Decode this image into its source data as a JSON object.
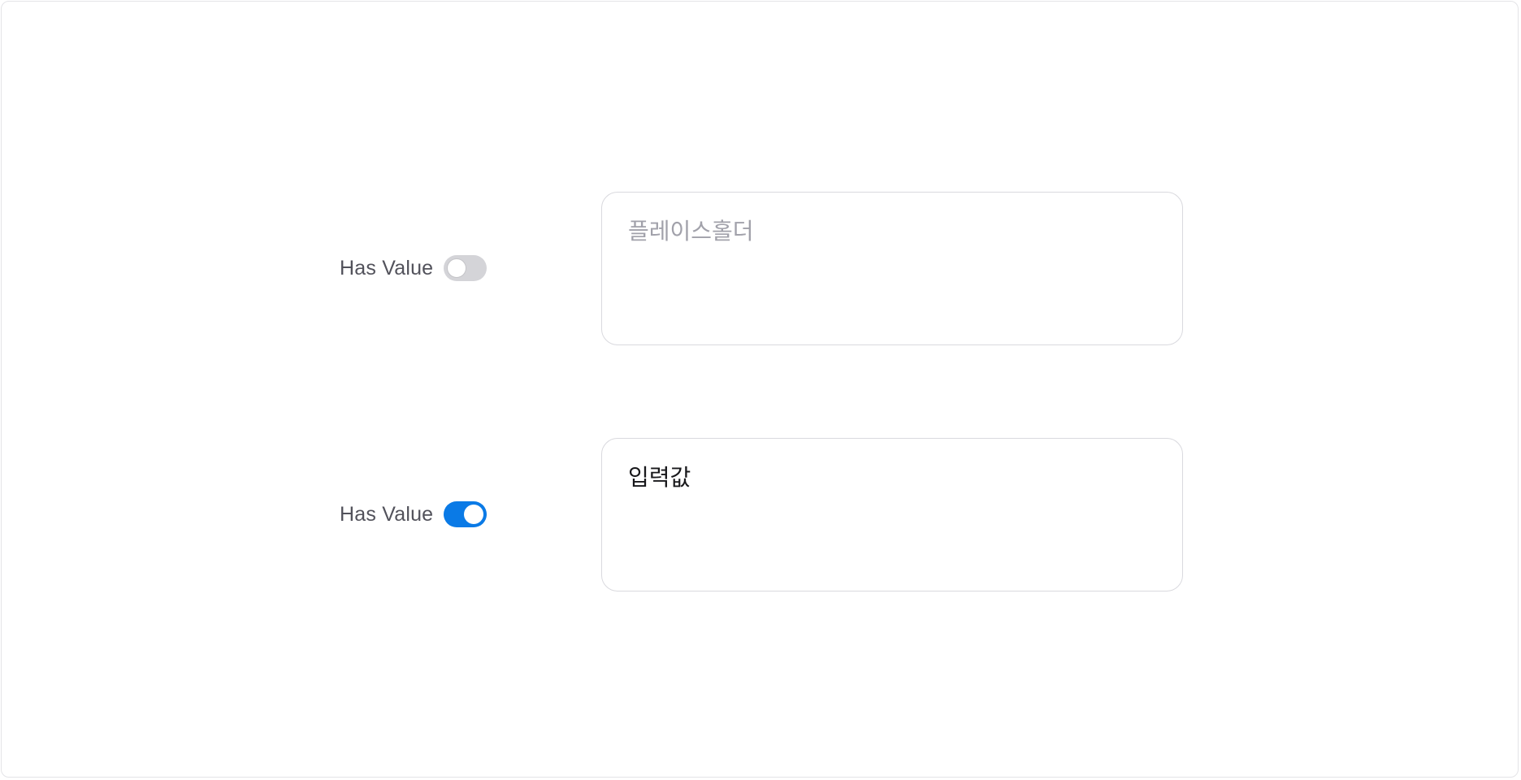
{
  "rows": [
    {
      "toggle": {
        "label": "Has Value",
        "state": "off",
        "color": "#d4d4d8"
      },
      "textarea": {
        "placeholder": "플레이스홀더",
        "value": ""
      }
    },
    {
      "toggle": {
        "label": "Has Value",
        "state": "on",
        "color": "#0a7ae6"
      },
      "textarea": {
        "placeholder": "",
        "value": "입력값"
      }
    }
  ],
  "colors": {
    "accent": "#0a7ae6",
    "switch_off": "#d4d4d8",
    "placeholder_text": "#a1a1aa",
    "value_text": "#18181b",
    "label_text": "#52525b",
    "border": "#d9d9de"
  }
}
